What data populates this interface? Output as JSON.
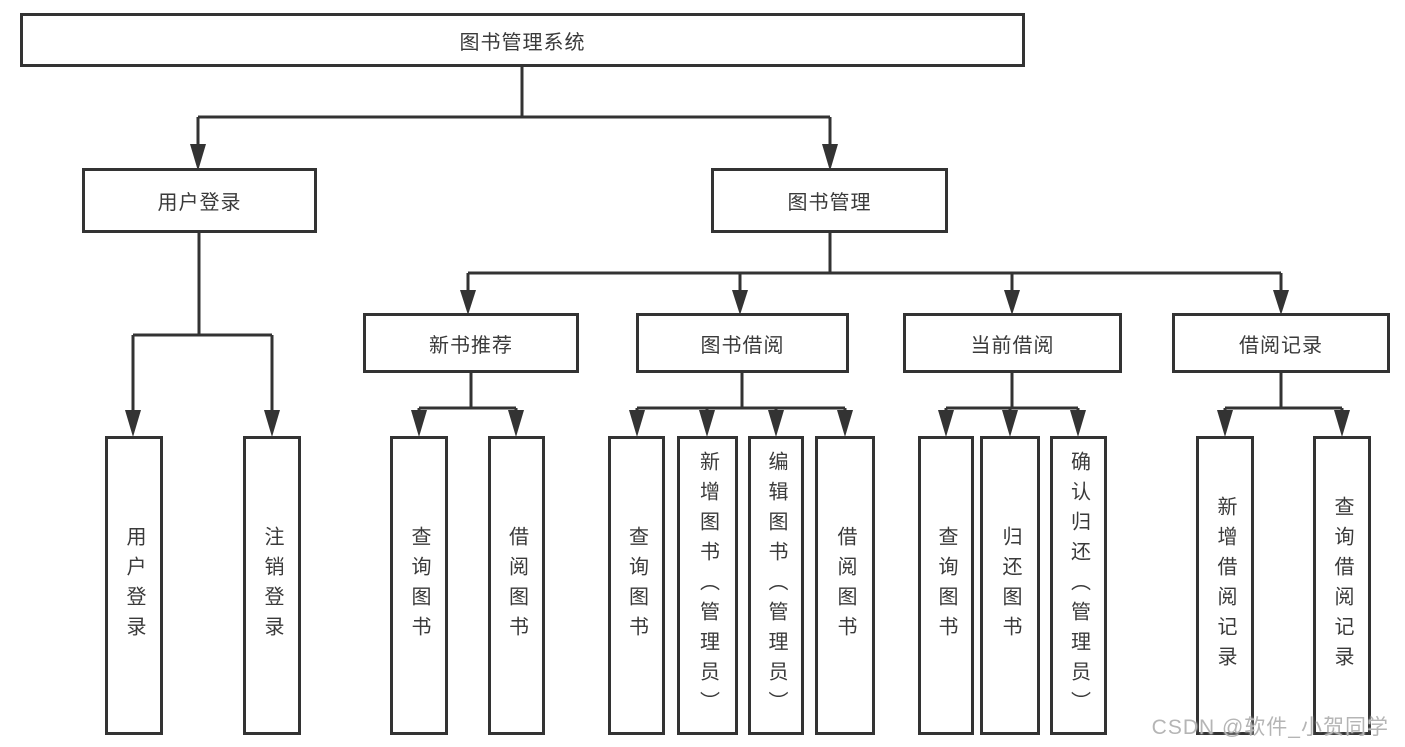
{
  "diagram": {
    "root": "图书管理系统",
    "branches": [
      {
        "label": "用户登录",
        "children": [
          "用户登录",
          "注销登录"
        ]
      },
      {
        "label": "图书管理",
        "sections": [
          {
            "label": "新书推荐",
            "children": [
              "查询图书",
              "借阅图书"
            ]
          },
          {
            "label": "图书借阅",
            "children": [
              "查询图书",
              "新增图书（管理员）",
              "编辑图书（管理员）",
              "借阅图书"
            ]
          },
          {
            "label": "当前借阅",
            "children": [
              "查询图书",
              "归还图书",
              "确认归还（管理员）"
            ]
          },
          {
            "label": "借阅记录",
            "children": [
              "新增借阅记录",
              "查询借阅记录"
            ]
          }
        ]
      }
    ]
  },
  "watermark": "CSDN @软件_小贺同学",
  "colors": {
    "line": "#333333",
    "text": "#3a3a3a",
    "watermark": "#b5b5b5",
    "background": "#ffffff"
  }
}
